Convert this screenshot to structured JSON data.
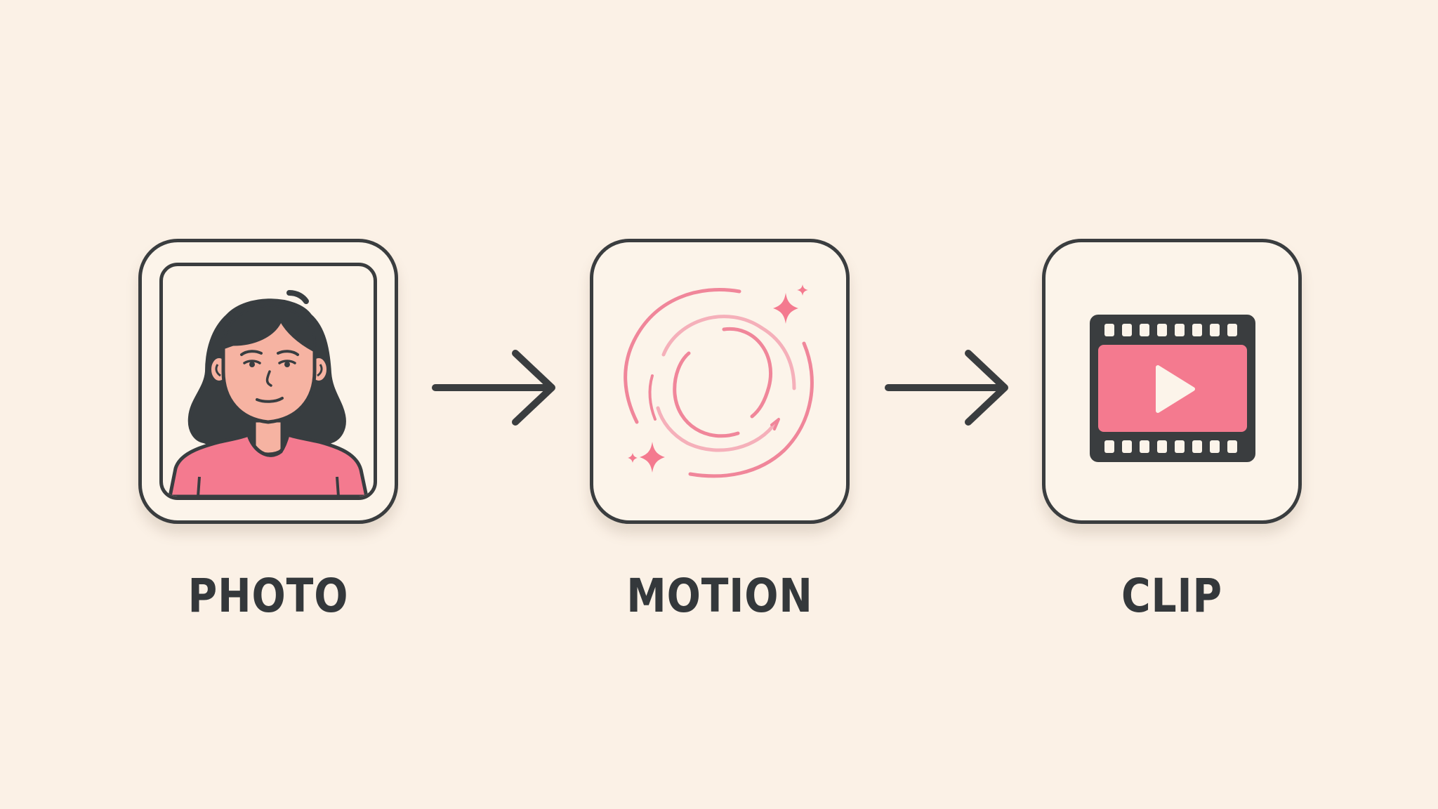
{
  "steps": [
    {
      "id": "photo",
      "label": "PHOTO",
      "icon": "portrait-icon"
    },
    {
      "id": "motion",
      "label": "MOTION",
      "icon": "swirl-motion-icon"
    },
    {
      "id": "clip",
      "label": "CLIP",
      "icon": "film-clip-icon"
    }
  ],
  "connectors": [
    "arrow-right-icon",
    "arrow-right-icon"
  ],
  "colors": {
    "background": "#fbf1e6",
    "outline": "#3a3d3f",
    "accent_pink": "#f47a8f",
    "skin": "#f6b3a2",
    "hair": "#383d40"
  }
}
